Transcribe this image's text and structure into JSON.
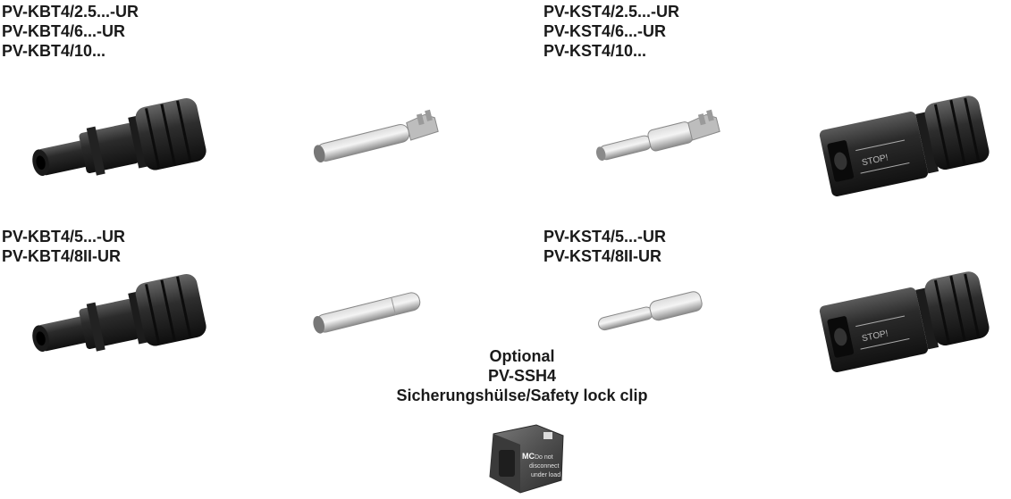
{
  "groups": {
    "female_top": [
      "PV-KBT4/2.5...-UR",
      "PV-KBT4/6...-UR",
      "PV-KBT4/10..."
    ],
    "male_top": [
      "PV-KST4/2.5...-UR",
      "PV-KST4/6...-UR",
      "PV-KST4/10..."
    ],
    "female_bottom": [
      "PV-KBT4/5...-UR",
      "PV-KBT4/8II-UR"
    ],
    "male_bottom": [
      "PV-KST4/5...-UR",
      "PV-KST4/8II-UR"
    ]
  },
  "optional": {
    "line1": "Optional",
    "line2": "PV-SSH4",
    "line3": "Sicherungshülse/Safety lock clip"
  },
  "clip_text": {
    "brand": "MC",
    "line1": "Do not",
    "line2": "disconnect",
    "line3": "under load"
  },
  "connector_text": "STOP!",
  "colors": {
    "housing": "#2a2a2a",
    "metal": "#b8b8b8",
    "clip": "#555555"
  }
}
